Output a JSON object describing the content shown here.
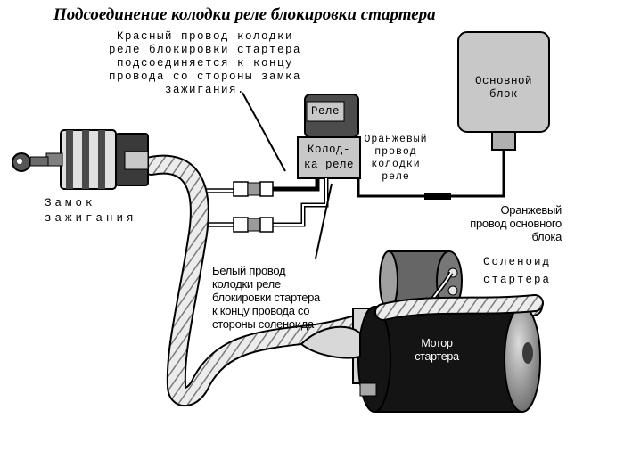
{
  "title": "Подсоединение колодки реле блокировки стартера",
  "labels": {
    "red_wire_note": "Красный провод колодки\nреле блокировки стартера\nподсоединяется к концу\nпровода со стороны замка\nзажигания.",
    "relay": "Реле",
    "relay_connector": "Колод-\nка реле",
    "orange_relay_wire": "Оранжевый\nпровод\nколодки\nреле",
    "main_unit": "Основной\nблок",
    "orange_main_wire": "Оранжевый\nпровод основного\nблока",
    "ignition_lock": "Замок\nзажигания",
    "starter_solenoid": "Соленоид\nстартера",
    "white_wire_note": "Белый провод\nколодки реле\nблокировки стартера\nк концу провода со\nстороны соленоида",
    "starter_motor": "Мотор\nстартера"
  },
  "colors": {
    "ink": "#000000",
    "paper": "#ffffff",
    "device_gray": "#c8c8c8",
    "dark_gray": "#6a6a6a",
    "motor_black": "#141414"
  }
}
